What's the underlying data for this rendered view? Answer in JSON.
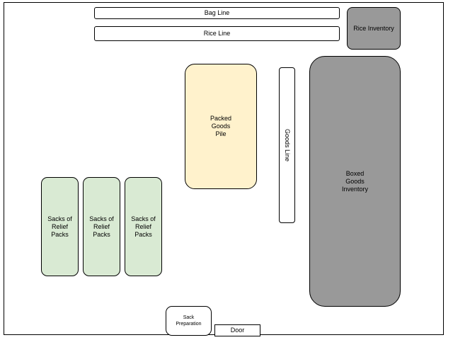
{
  "diagram": {
    "labels": {
      "bag_line": "Bag Line",
      "rice_line": "Rice Line",
      "rice_inventory": "Rice Inventory",
      "packed_goods_pile": "Packed\nGoods\nPile",
      "goods_line": "Goods Line",
      "boxed_goods_inventory": "Boxed\nGoods\nInventory",
      "sacks": [
        "Sacks of\nRelief\nPacks",
        "Sacks of\nRelief\nPacks",
        "Sacks of\nRelief\nPacks"
      ],
      "sack_preparation": "Sack\nPreparation",
      "door": "Door"
    },
    "colors": {
      "inventory_fill": "#999999",
      "packed_pile_fill": "#fff2cc",
      "sacks_fill": "#d9ead3",
      "line_fill": "#ffffff",
      "stroke": "#000000"
    }
  }
}
